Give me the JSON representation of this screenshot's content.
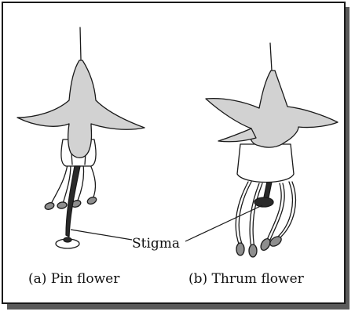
{
  "diagram": {
    "callout_label": "Stigma",
    "captions": {
      "pin": "(a) Pin flower",
      "thrum": "(b) Thrum flower"
    }
  },
  "colors": {
    "sepal_fill": "#d2d2d2",
    "outline": "#1a1a1a",
    "stigma_dark": "#2a2a2a",
    "anther": "#8e8e8e",
    "frame_shadow": "#5a5a5a",
    "background": "#ffffff"
  }
}
